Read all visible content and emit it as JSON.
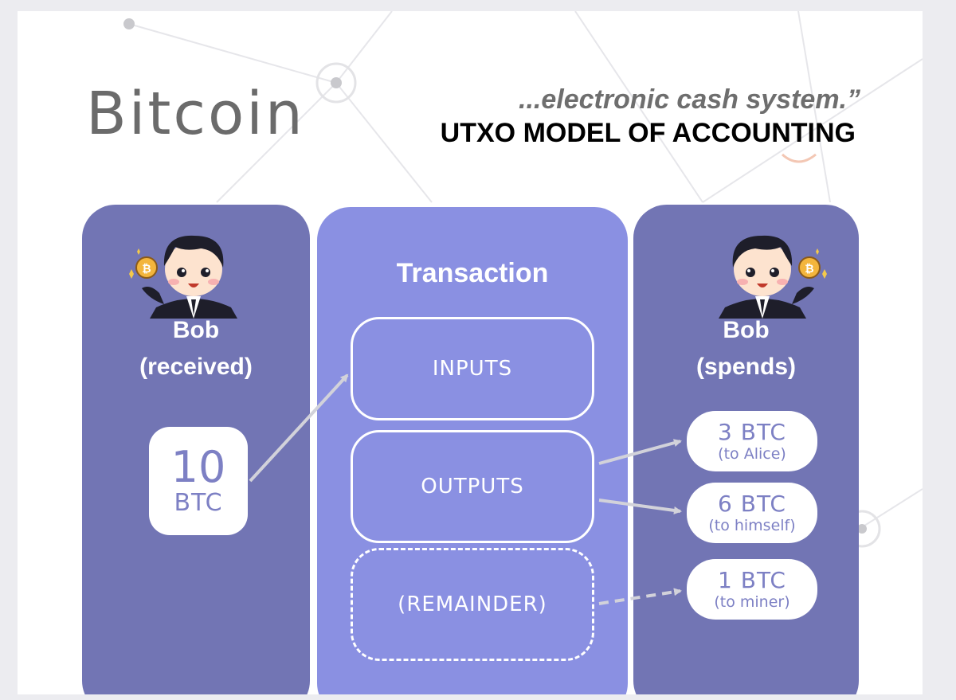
{
  "header": {
    "logo": "Bitcoin",
    "tagline": "...electronic cash system.”",
    "heading": "UTXO MODEL OF ACCOUNTING"
  },
  "left_column": {
    "name": "Bob",
    "role": "(received)",
    "coin_amount": "10",
    "coin_unit": "BTC"
  },
  "transaction": {
    "title": "Transaction",
    "inputs_label": "INPUTS",
    "outputs_label": "OUTPUTS",
    "remainder_label": "(REMAINDER)"
  },
  "right_column": {
    "name": "Bob",
    "role": "(spends)",
    "outputs": [
      {
        "amount": "3 BTC",
        "note": "(to Alice)"
      },
      {
        "amount": "6 BTC",
        "note": "(to himself)"
      },
      {
        "amount": "1 BTC",
        "note": "(to miner)"
      }
    ]
  },
  "colors": {
    "side_panel": "#7275b4",
    "middle_panel": "#8a90e2",
    "text_accent": "#7d80c4",
    "arrow": "#cfcfd8"
  }
}
